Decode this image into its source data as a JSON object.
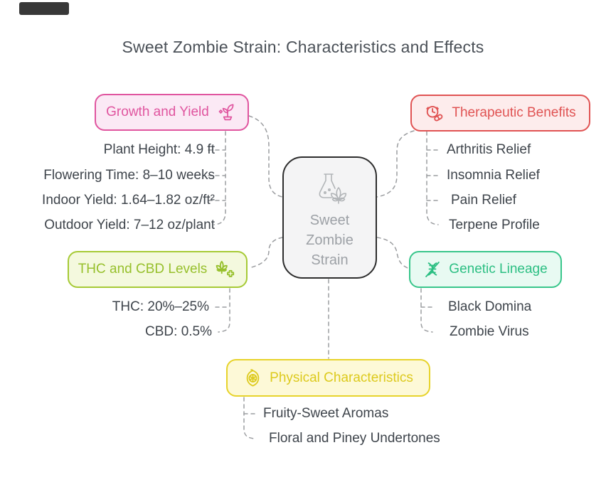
{
  "title": "Sweet Zombie Strain: Characteristics and Effects",
  "title_color": "#4b5158",
  "connector_color": "#9b9da0",
  "leaf_text_color": "#3e444b",
  "center": {
    "lines": [
      "Sweet",
      "Zombie",
      "Strain"
    ],
    "icon": "flask-cannabis-icon",
    "border_color": "#2d2d2d",
    "fill_color": "#f4f4f5",
    "text_color": "#9da1a6"
  },
  "branches": [
    {
      "label": "Growth and Yield",
      "icon": "sprout-icon",
      "accent": "#e0559f",
      "fill": "#fbe9f5",
      "items": [
        "Plant Height: 4.9 ft",
        "Flowering Time: 8–10 weeks",
        "Indoor Yield: 1.64–1.82 oz/ft²",
        "Outdoor Yield: 7–12 oz/plant"
      ]
    },
    {
      "label": "Therapeutic Benefits",
      "icon": "clock-pill-icon",
      "accent": "#e05353",
      "fill": "#fdecec",
      "items": [
        "Arthritis Relief",
        "Insomnia Relief",
        "Pain Relief",
        "Terpene Profile"
      ]
    },
    {
      "label": "THC and CBD Levels",
      "icon": "cannabis-plus-icon",
      "accent": "#97c02c",
      "fill": "#f4f9de",
      "items": [
        "THC: 20%–25%",
        "CBD: 0.5%"
      ]
    },
    {
      "label": "Genetic Lineage",
      "icon": "dna-icon",
      "accent": "#2cbf83",
      "fill": "#e8faf2",
      "items": [
        "Black Domina",
        "Zombie Virus"
      ]
    },
    {
      "label": "Physical Characteristics",
      "icon": "fruit-icon",
      "accent": "#ddca1d",
      "fill": "#fdf9d7",
      "items": [
        "Fruity-Sweet Aromas",
        "Floral and Piney Undertones"
      ]
    }
  ]
}
